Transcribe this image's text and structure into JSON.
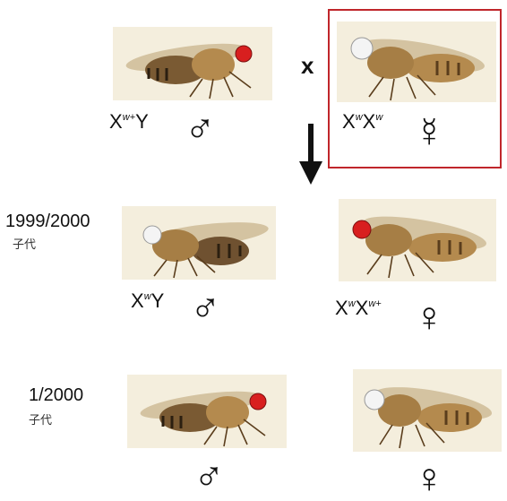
{
  "cross": {
    "x_symbol": "x",
    "male": {
      "geno_base1": "X",
      "geno_sup1": "w+",
      "geno_base2": "Y",
      "sex_symbol": "♂",
      "eye": "red"
    },
    "female": {
      "geno_base1": "X",
      "geno_sup1": "w",
      "geno_base2": "X",
      "geno_sup2": "w",
      "sex_symbol": "☿",
      "eye": "white"
    }
  },
  "offspring": {
    "majority": {
      "ratio": "1999/2000",
      "label": "子代",
      "male": {
        "geno_base1": "X",
        "geno_sup1": "w",
        "geno_base2": "Y",
        "sex_symbol": "♂",
        "eye": "white"
      },
      "female": {
        "geno_base1": "X",
        "geno_sup1": "w",
        "geno_base2": "X",
        "geno_sup2": "w+",
        "sex_symbol": "♀",
        "eye": "red"
      }
    },
    "minority": {
      "ratio": "1/2000",
      "label": "子代",
      "male": {
        "sex_symbol": "♂",
        "eye": "red"
      },
      "female": {
        "sex_symbol": "♀",
        "eye": "white"
      }
    }
  },
  "colors": {
    "red_eye": "#d81f1f",
    "white_eye": "#f4f4f4",
    "box_border": "#c0262b",
    "fly_body": "#b48a4e"
  }
}
